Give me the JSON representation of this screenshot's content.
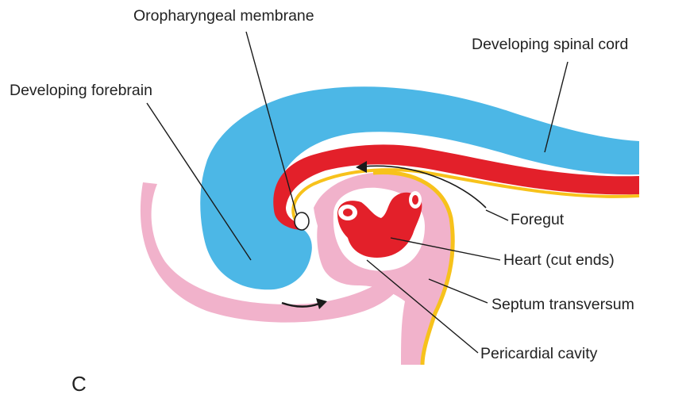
{
  "labels": {
    "oropharyngeal_membrane": "Oropharyngeal membrane",
    "developing_spinal_cord": "Developing spinal cord",
    "developing_forebrain": "Developing forebrain",
    "foregut": "Foregut",
    "heart": "Heart (cut ends)",
    "septum_transversum": "Septum transversum",
    "pericardial_cavity": "Pericardial cavity"
  },
  "panel_letter": "C",
  "colors": {
    "neural_tube": "#4cb7e6",
    "endoderm": "#e3202a",
    "ectoderm_line": "#f7c21b",
    "mesoderm": "#f1b2cb",
    "heart_tube": "#e3202a",
    "lines": "#1a1a1a"
  }
}
